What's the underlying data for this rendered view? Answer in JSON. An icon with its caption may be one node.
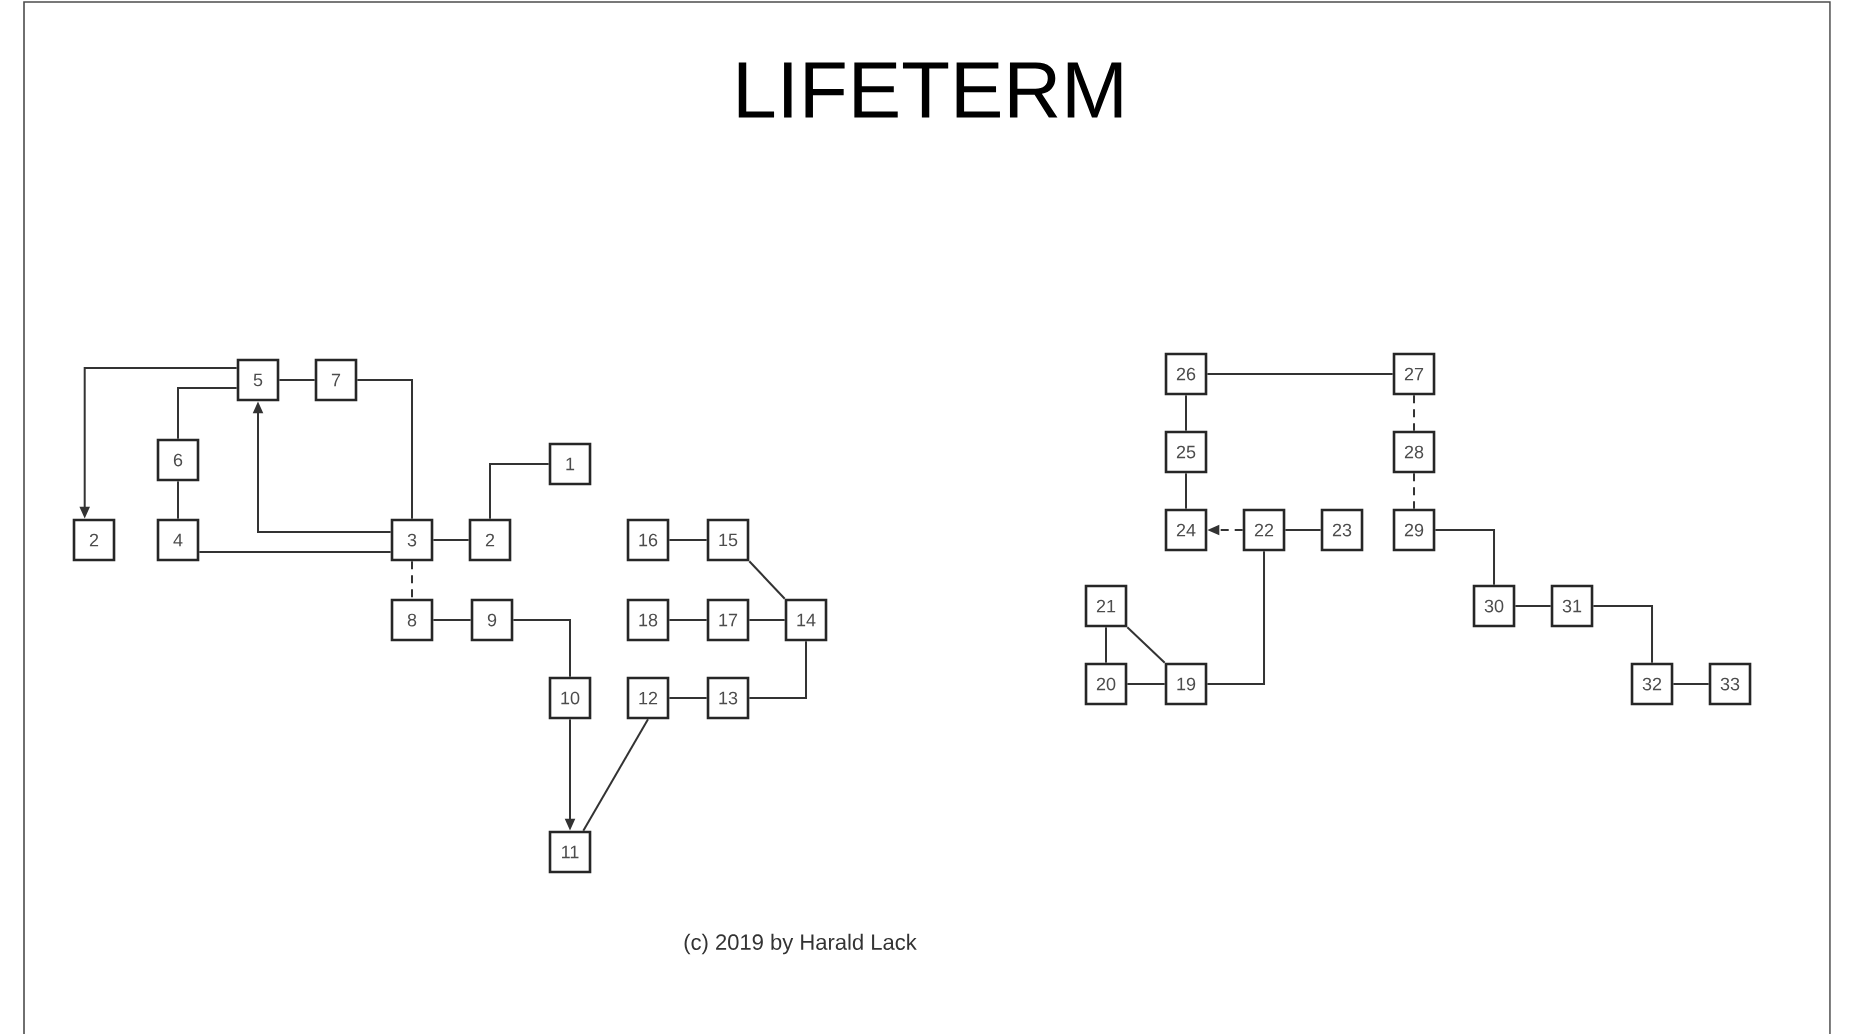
{
  "diagram": {
    "title": "LIFETERM",
    "caption": "(c) 2019 by Harald Lack",
    "nodes": [
      {
        "text": [
          "2"
        ]
      },
      {
        "text": [
          "6"
        ]
      },
      {
        "text": [
          "4"
        ]
      },
      {
        "text": [
          "5"
        ]
      },
      {
        "text": [
          "7"
        ]
      },
      {
        "text": [
          "3"
        ]
      },
      {
        "text": [
          "2"
        ]
      },
      {
        "text": [
          "1"
        ]
      },
      {
        "text": [
          "8"
        ]
      },
      {
        "text": [
          "9"
        ]
      },
      {
        "text": [
          "10"
        ]
      },
      {
        "text": [
          "11"
        ]
      },
      {
        "text": [
          "16"
        ]
      },
      {
        "text": [
          "15"
        ]
      },
      {
        "text": [
          "18"
        ]
      },
      {
        "text": [
          "17"
        ]
      },
      {
        "text": [
          "14"
        ]
      },
      {
        "text": [
          "12"
        ]
      },
      {
        "text": [
          "13"
        ]
      },
      {
        "text": [
          "26"
        ]
      },
      {
        "text": [
          "27"
        ]
      },
      {
        "text": [
          "25"
        ]
      },
      {
        "text": [
          "28"
        ]
      },
      {
        "text": [
          "24"
        ]
      },
      {
        "text": [
          "22"
        ]
      },
      {
        "text": [
          "23"
        ]
      },
      {
        "text": [
          "29"
        ]
      },
      {
        "text": [
          "21"
        ]
      },
      {
        "text": [
          "30"
        ]
      },
      {
        "text": [
          "31"
        ]
      },
      {
        "text": [
          "20"
        ]
      },
      {
        "text": [
          "19"
        ]
      },
      {
        "text": [
          "32"
        ]
      },
      {
        "text": [
          "33"
        ]
      }
    ],
    "edges": [
      {
        "from": 3,
        "to": 0,
        "arrow": "to"
      },
      {
        "from": 3,
        "to": 1,
        "arrow": "none"
      },
      {
        "from": 1,
        "to": 2,
        "arrow": "none"
      },
      {
        "from": 2,
        "to": 5,
        "arrow": "none"
      },
      {
        "from": 5,
        "to": 3,
        "arrow": "to"
      },
      {
        "from": 3,
        "to": 4,
        "arrow": "none"
      },
      {
        "from": 4,
        "to": 5,
        "arrow": "none"
      },
      {
        "from": 5,
        "to": 6,
        "arrow": "none"
      },
      {
        "from": 6,
        "to": 7,
        "arrow": "none"
      },
      {
        "from": 5,
        "to": 8,
        "arrow": "none",
        "style": "dashed"
      },
      {
        "from": 8,
        "to": 9,
        "arrow": "none"
      },
      {
        "from": 9,
        "to": 10,
        "arrow": "none"
      },
      {
        "from": 10,
        "to": 11,
        "arrow": "to"
      },
      {
        "from": 17,
        "to": 11,
        "arrow": "none"
      },
      {
        "from": 17,
        "to": 18,
        "arrow": "none"
      },
      {
        "from": 18,
        "to": 16,
        "arrow": "none"
      },
      {
        "from": 13,
        "to": 16,
        "arrow": "none"
      },
      {
        "from": 12,
        "to": 13,
        "arrow": "none"
      },
      {
        "from": 14,
        "to": 15,
        "arrow": "none"
      },
      {
        "from": 15,
        "to": 16,
        "arrow": "none"
      },
      {
        "from": 19,
        "to": 20,
        "arrow": "none"
      },
      {
        "from": 19,
        "to": 21,
        "arrow": "none"
      },
      {
        "from": 21,
        "to": 23,
        "arrow": "none"
      },
      {
        "from": 24,
        "to": 23,
        "arrow": "to",
        "style": "dashed"
      },
      {
        "from": 24,
        "to": 25,
        "arrow": "none"
      },
      {
        "from": 24,
        "to": 31,
        "arrow": "none"
      },
      {
        "from": 27,
        "to": 30,
        "arrow": "none"
      },
      {
        "from": 30,
        "to": 31,
        "arrow": "none"
      },
      {
        "from": 27,
        "to": 31,
        "arrow": "none"
      },
      {
        "from": 20,
        "to": 22,
        "arrow": "none",
        "style": "dashed"
      },
      {
        "from": 22,
        "to": 26,
        "arrow": "none",
        "style": "dashed"
      },
      {
        "from": 26,
        "to": 28,
        "arrow": "none"
      },
      {
        "from": 28,
        "to": 29,
        "arrow": "none"
      },
      {
        "from": 29,
        "to": 32,
        "arrow": "none"
      },
      {
        "from": 32,
        "to": 33,
        "arrow": "none"
      }
    ]
  }
}
